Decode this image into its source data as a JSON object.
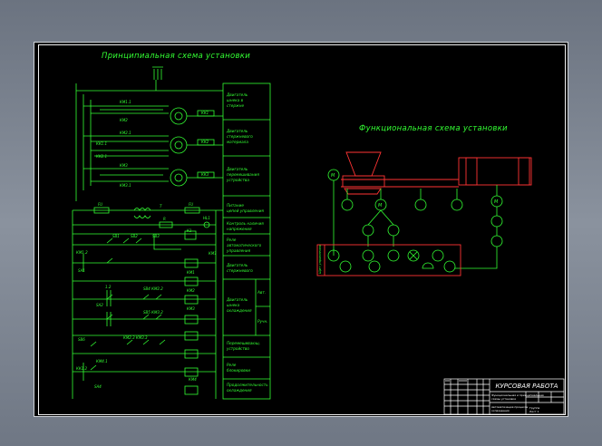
{
  "titles": {
    "principal": "Принципиальная схема установки",
    "functional": "Функциональная схема установки"
  },
  "stamp": {
    "title": "КУРСОВАЯ РАБОТА"
  },
  "colors": {
    "background": "#000000",
    "lines": "#33ff33",
    "equipment": "#ff3333",
    "stamp": "#ffffff"
  }
}
